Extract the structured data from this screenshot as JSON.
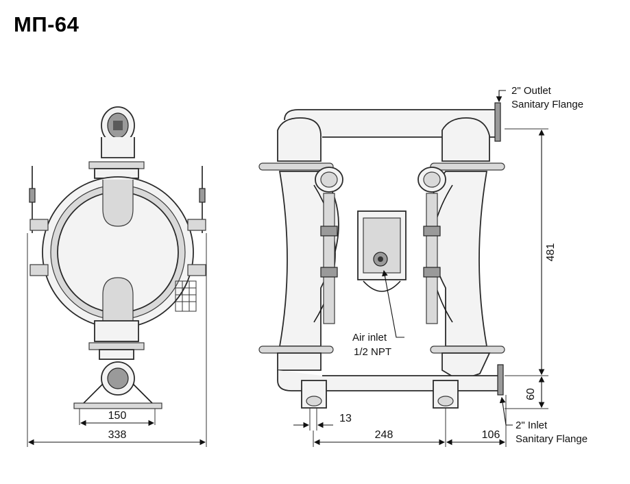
{
  "title": "МП-64",
  "dimensions": {
    "d150": "150",
    "d338": "338",
    "d481": "481",
    "d60": "60",
    "d13": "13",
    "d248": "248",
    "d106": "106"
  },
  "labels": {
    "outlet_line1": "2\" Outlet",
    "outlet_line2": "Sanitary Flange",
    "air_line1": "Air inlet",
    "air_line2": "1/2 NPT",
    "inlet_line1": "2\" Inlet",
    "inlet_line2": "Sanitary Flange"
  }
}
